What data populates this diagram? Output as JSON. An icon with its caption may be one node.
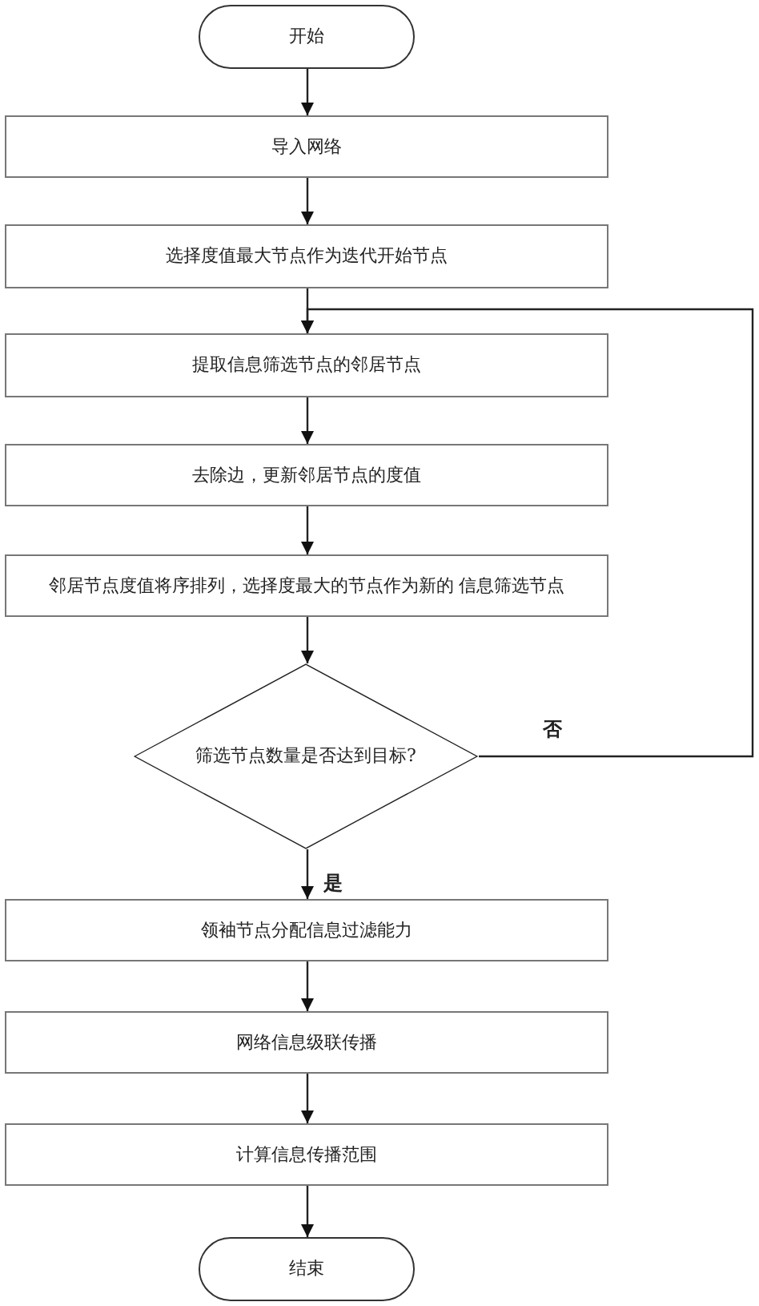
{
  "diagram": {
    "nodes": [
      {
        "text": [
          "开始"
        ]
      },
      {
        "text": [
          "导入网络"
        ]
      },
      {
        "text": [
          "选择度值最大节点作为迭代开始节点"
        ]
      },
      {
        "text": [
          "提取信息筛选节点的邻居节点"
        ]
      },
      {
        "text": [
          "去除边，更新邻居节点的度值"
        ]
      },
      {
        "text": [
          "邻居节点度值将序排列，选择度最大的节点作为新的 信息筛选节点"
        ]
      },
      {
        "text": [
          "筛选节点数量是否达到目标?"
        ]
      },
      {
        "text": [
          "领袖节点分配信息过滤能力"
        ]
      },
      {
        "text": [
          "网络信息级联传播"
        ]
      },
      {
        "text": [
          "计算信息传播范围"
        ]
      },
      {
        "text": [
          "结束"
        ]
      }
    ],
    "edges": [
      {
        "from": 0,
        "to": 1,
        "arrow": "to"
      },
      {
        "from": 1,
        "to": 2,
        "arrow": "to"
      },
      {
        "from": 2,
        "to": 3,
        "arrow": "to"
      },
      {
        "from": 3,
        "to": 4,
        "arrow": "to"
      },
      {
        "from": 4,
        "to": 5,
        "arrow": "to"
      },
      {
        "from": 5,
        "to": 6,
        "arrow": "to"
      },
      {
        "from": 6,
        "to": 7,
        "arrow": "to",
        "label": "是"
      },
      {
        "from": 6,
        "to": 3,
        "arrow": "to",
        "label": "否"
      },
      {
        "from": 7,
        "to": 8,
        "arrow": "to"
      },
      {
        "from": 8,
        "to": 9,
        "arrow": "to"
      },
      {
        "from": 9,
        "to": 10,
        "arrow": "to"
      }
    ]
  }
}
